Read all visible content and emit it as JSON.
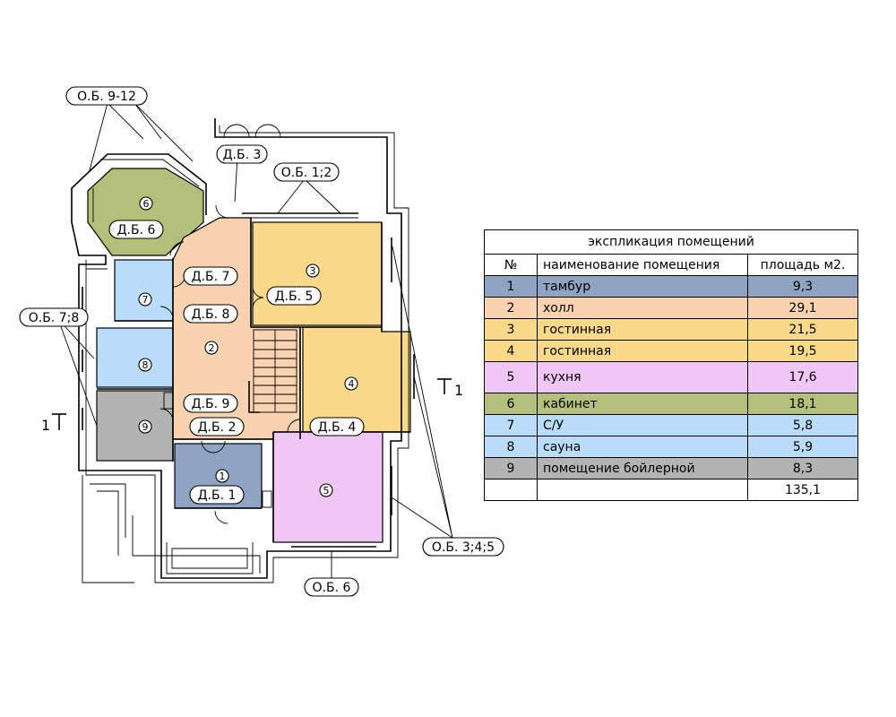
{
  "explication": {
    "title": "экспликация помещений",
    "headers": {
      "num": "№",
      "name": "наименование помещения",
      "area": "площадь м2."
    },
    "rows": [
      {
        "num": "1",
        "name": "тамбур",
        "area": "9,3",
        "color": "#8ea4c2"
      },
      {
        "num": "2",
        "name": "холл",
        "area": "29,1",
        "color": "#f9d2b0"
      },
      {
        "num": "3",
        "name": "гостинная",
        "area": "21,5",
        "color": "#fad98a"
      },
      {
        "num": "4",
        "name": "гостинная",
        "area": "19,5",
        "color": "#fad98a"
      },
      {
        "num": "5",
        "name": "кухня",
        "area": "17,6",
        "color": "#f0c6f5"
      },
      {
        "num": "6",
        "name": "кабинет",
        "area": "18,1",
        "color": "#b3bf7a"
      },
      {
        "num": "7",
        "name": "С/У",
        "area": "5,8",
        "color": "#b9dcfb"
      },
      {
        "num": "8",
        "name": "сауна",
        "area": "5,9",
        "color": "#b9dcfb"
      },
      {
        "num": "9",
        "name": "помещение бойлерной",
        "area": "8,3",
        "color": "#b3b3b3"
      }
    ],
    "total": "135,1"
  },
  "plan": {
    "room_numbers": [
      "1",
      "2",
      "3",
      "4",
      "5",
      "6",
      "7",
      "8",
      "9"
    ],
    "door_tags": {
      "db1": "Д.Б. 1",
      "db2": "Д.Б. 2",
      "db3": "Д.Б. 3",
      "db4": "Д.Б. 4",
      "db5": "Д.Б. 5",
      "db6": "Д.Б. 6",
      "db7": "Д.Б. 7",
      "db8": "Д.Б. 8",
      "db9": "Д.Б. 9"
    },
    "window_tags": {
      "ob912": "О.Б. 9-12",
      "ob12": "О.Б. 1;2",
      "ob78": "О.Б. 7;8",
      "ob345": "О.Б. 3;4;5",
      "ob6": "О.Б. 6"
    },
    "section_marks": {
      "left": "1",
      "right": "1"
    }
  }
}
